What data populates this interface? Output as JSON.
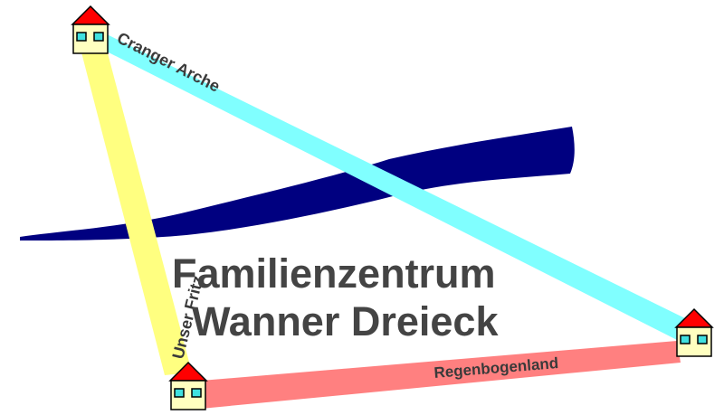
{
  "logo": {
    "title_line1": "Familienzentrum",
    "title_line2": "Wanner Dreieck",
    "houses": [
      {
        "label": "Cranger Arche",
        "color": "#80ffff"
      },
      {
        "label": "Unser Fritz",
        "color": "#ffff80"
      },
      {
        "label": "Regenbogenland",
        "color": "#ff8080"
      }
    ],
    "colors": {
      "wave": "#000080",
      "house_wall": "#ffffc0",
      "house_roof": "#ff0000",
      "house_window": "#40e0e0",
      "text": "#444444"
    }
  }
}
